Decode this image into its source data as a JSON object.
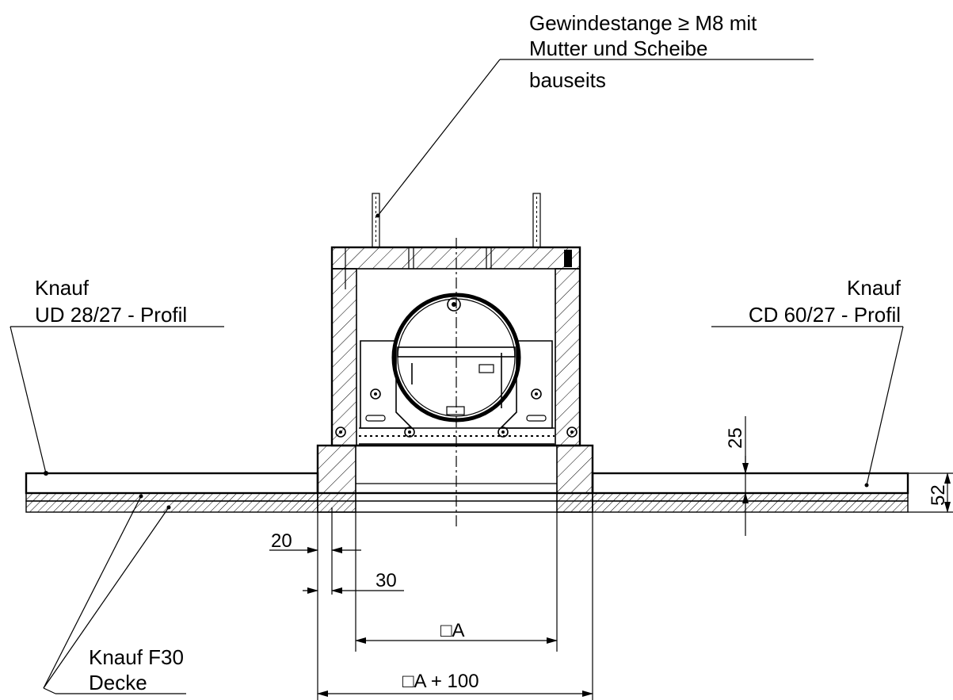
{
  "labels": {
    "rod_line1": "Gewindestange ≥ M8 mit",
    "rod_line2": "Mutter und Scheibe",
    "rod_line3": "bauseits",
    "left_profile_line1": "Knauf",
    "left_profile_line2": "UD 28/27 - Profil",
    "right_profile_line1": "Knauf",
    "right_profile_line2": "CD 60/27 - Profil",
    "ceiling_line1": "Knauf F30",
    "ceiling_line2": "Decke"
  },
  "dimensions": {
    "d25": "25",
    "d52": "52",
    "d20": "20",
    "d30": "30",
    "dA": "□A",
    "dA100": "□A + 100"
  }
}
